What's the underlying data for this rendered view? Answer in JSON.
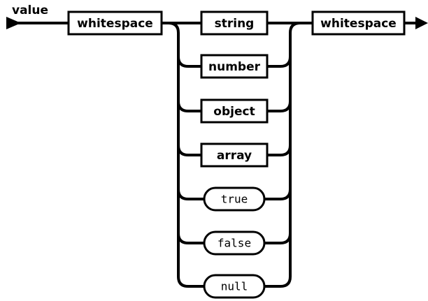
{
  "diagram": {
    "type": "railroad-syntax-diagram",
    "title": "value",
    "notation": "JSON grammar railroad diagram",
    "colors": {
      "stroke": "#000000",
      "background": "#ffffff",
      "box_fill": "#ffffff",
      "text": "#000000"
    },
    "entry": {
      "name": "start-arrow",
      "label": "value"
    },
    "exit": {
      "name": "end-arrow"
    },
    "sequence": [
      {
        "id": "whitespace-left",
        "label": "whitespace",
        "shape": "rectangle",
        "kind": "nonterminal"
      },
      {
        "id": "choice-group",
        "kind": "choice",
        "alternatives": [
          {
            "id": "string",
            "label": "string",
            "shape": "rectangle",
            "kind": "nonterminal"
          },
          {
            "id": "number",
            "label": "number",
            "shape": "rectangle",
            "kind": "nonterminal"
          },
          {
            "id": "object",
            "label": "object",
            "shape": "rectangle",
            "kind": "nonterminal"
          },
          {
            "id": "array",
            "label": "array",
            "shape": "rectangle",
            "kind": "nonterminal"
          },
          {
            "id": "true",
            "label": "true",
            "shape": "pill",
            "kind": "terminal"
          },
          {
            "id": "false",
            "label": "false",
            "shape": "pill",
            "kind": "terminal"
          },
          {
            "id": "null",
            "label": "null",
            "shape": "pill",
            "kind": "terminal"
          }
        ]
      },
      {
        "id": "whitespace-right",
        "label": "whitespace",
        "shape": "rectangle",
        "kind": "nonterminal"
      }
    ]
  }
}
